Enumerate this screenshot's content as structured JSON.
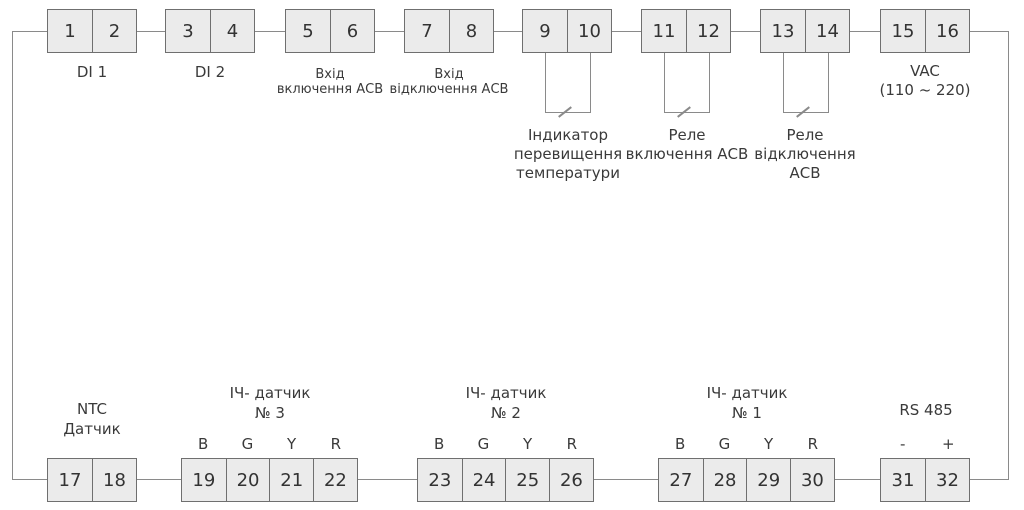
{
  "colors": {
    "cell_fill": "#ebebeb",
    "cell_border": "#6f6f6f",
    "wire": "#8a8a8a",
    "text": "#3a3a3a"
  },
  "top_row": {
    "groups": [
      {
        "id": "di1",
        "cells": [
          "1",
          "2"
        ],
        "label_lines": [
          "DI 1"
        ]
      },
      {
        "id": "di2",
        "cells": [
          "3",
          "4"
        ],
        "label_lines": [
          "DI 2"
        ]
      },
      {
        "id": "acb-on-input",
        "cells": [
          "5",
          "6"
        ],
        "label_lines": [
          "Вхід",
          "включення АСВ"
        ]
      },
      {
        "id": "acb-off-input",
        "cells": [
          "7",
          "8"
        ],
        "label_lines": [
          "Вхід",
          "відключення АСВ"
        ]
      },
      {
        "id": "overtemp-indicator",
        "cells": [
          "9",
          "10"
        ],
        "label_lines": [
          "Індикатор",
          "перевищення",
          "температури"
        ],
        "contact": true
      },
      {
        "id": "acb-on-relay",
        "cells": [
          "11",
          "12"
        ],
        "label_lines": [
          "Реле",
          "включення АСВ"
        ],
        "contact": true
      },
      {
        "id": "acb-off-relay",
        "cells": [
          "13",
          "14"
        ],
        "label_lines": [
          "Реле",
          "відключення",
          "АСВ"
        ],
        "contact": true
      },
      {
        "id": "vac-power",
        "cells": [
          "15",
          "16"
        ],
        "label_lines": [
          "VAC",
          "(110 ~ 220)"
        ]
      }
    ]
  },
  "bottom_row": {
    "groups": [
      {
        "id": "ntc-sensor",
        "cells": [
          "17",
          "18"
        ],
        "label_lines": [
          "NTC",
          "Датчик"
        ]
      },
      {
        "id": "ir-sensor-3",
        "cells": [
          "19",
          "20",
          "21",
          "22"
        ],
        "pins": [
          "B",
          "G",
          "Y",
          "R"
        ],
        "label_lines": [
          "ІЧ- датчик",
          "№ 3"
        ]
      },
      {
        "id": "ir-sensor-2",
        "cells": [
          "23",
          "24",
          "25",
          "26"
        ],
        "pins": [
          "B",
          "G",
          "Y",
          "R"
        ],
        "label_lines": [
          "ІЧ- датчик",
          "№ 2"
        ]
      },
      {
        "id": "ir-sensor-1",
        "cells": [
          "27",
          "28",
          "29",
          "30"
        ],
        "pins": [
          "B",
          "G",
          "Y",
          "R"
        ],
        "label_lines": [
          "ІЧ- датчик",
          "№ 1"
        ]
      },
      {
        "id": "rs485",
        "cells": [
          "31",
          "32"
        ],
        "pins": [
          "-",
          "+"
        ],
        "label_lines": [
          "RS 485"
        ]
      }
    ]
  }
}
